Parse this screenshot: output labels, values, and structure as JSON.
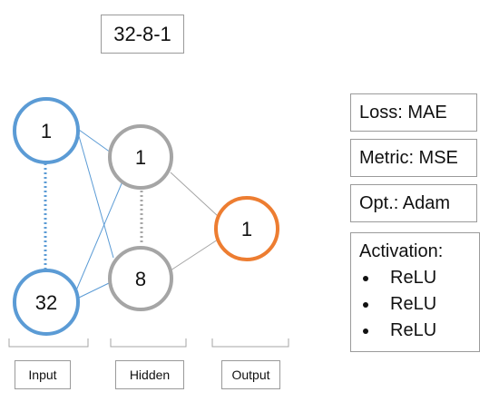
{
  "title": "32-8-1",
  "layers": {
    "input": {
      "label": "Input",
      "top_node": "1",
      "bottom_node": "32"
    },
    "hidden": {
      "label": "Hidden",
      "top_node": "1",
      "bottom_node": "8"
    },
    "output": {
      "label": "Output",
      "node": "1"
    }
  },
  "info": {
    "loss": "Loss: MAE",
    "metric": "Metric: MSE",
    "optimizer": "Opt.: Adam"
  },
  "activation": {
    "title": "Activation:",
    "items": [
      "ReLU",
      "ReLU",
      "ReLU"
    ]
  },
  "colors": {
    "input": "#5b9bd5",
    "hidden": "#a5a5a5",
    "output": "#ed7d31"
  }
}
